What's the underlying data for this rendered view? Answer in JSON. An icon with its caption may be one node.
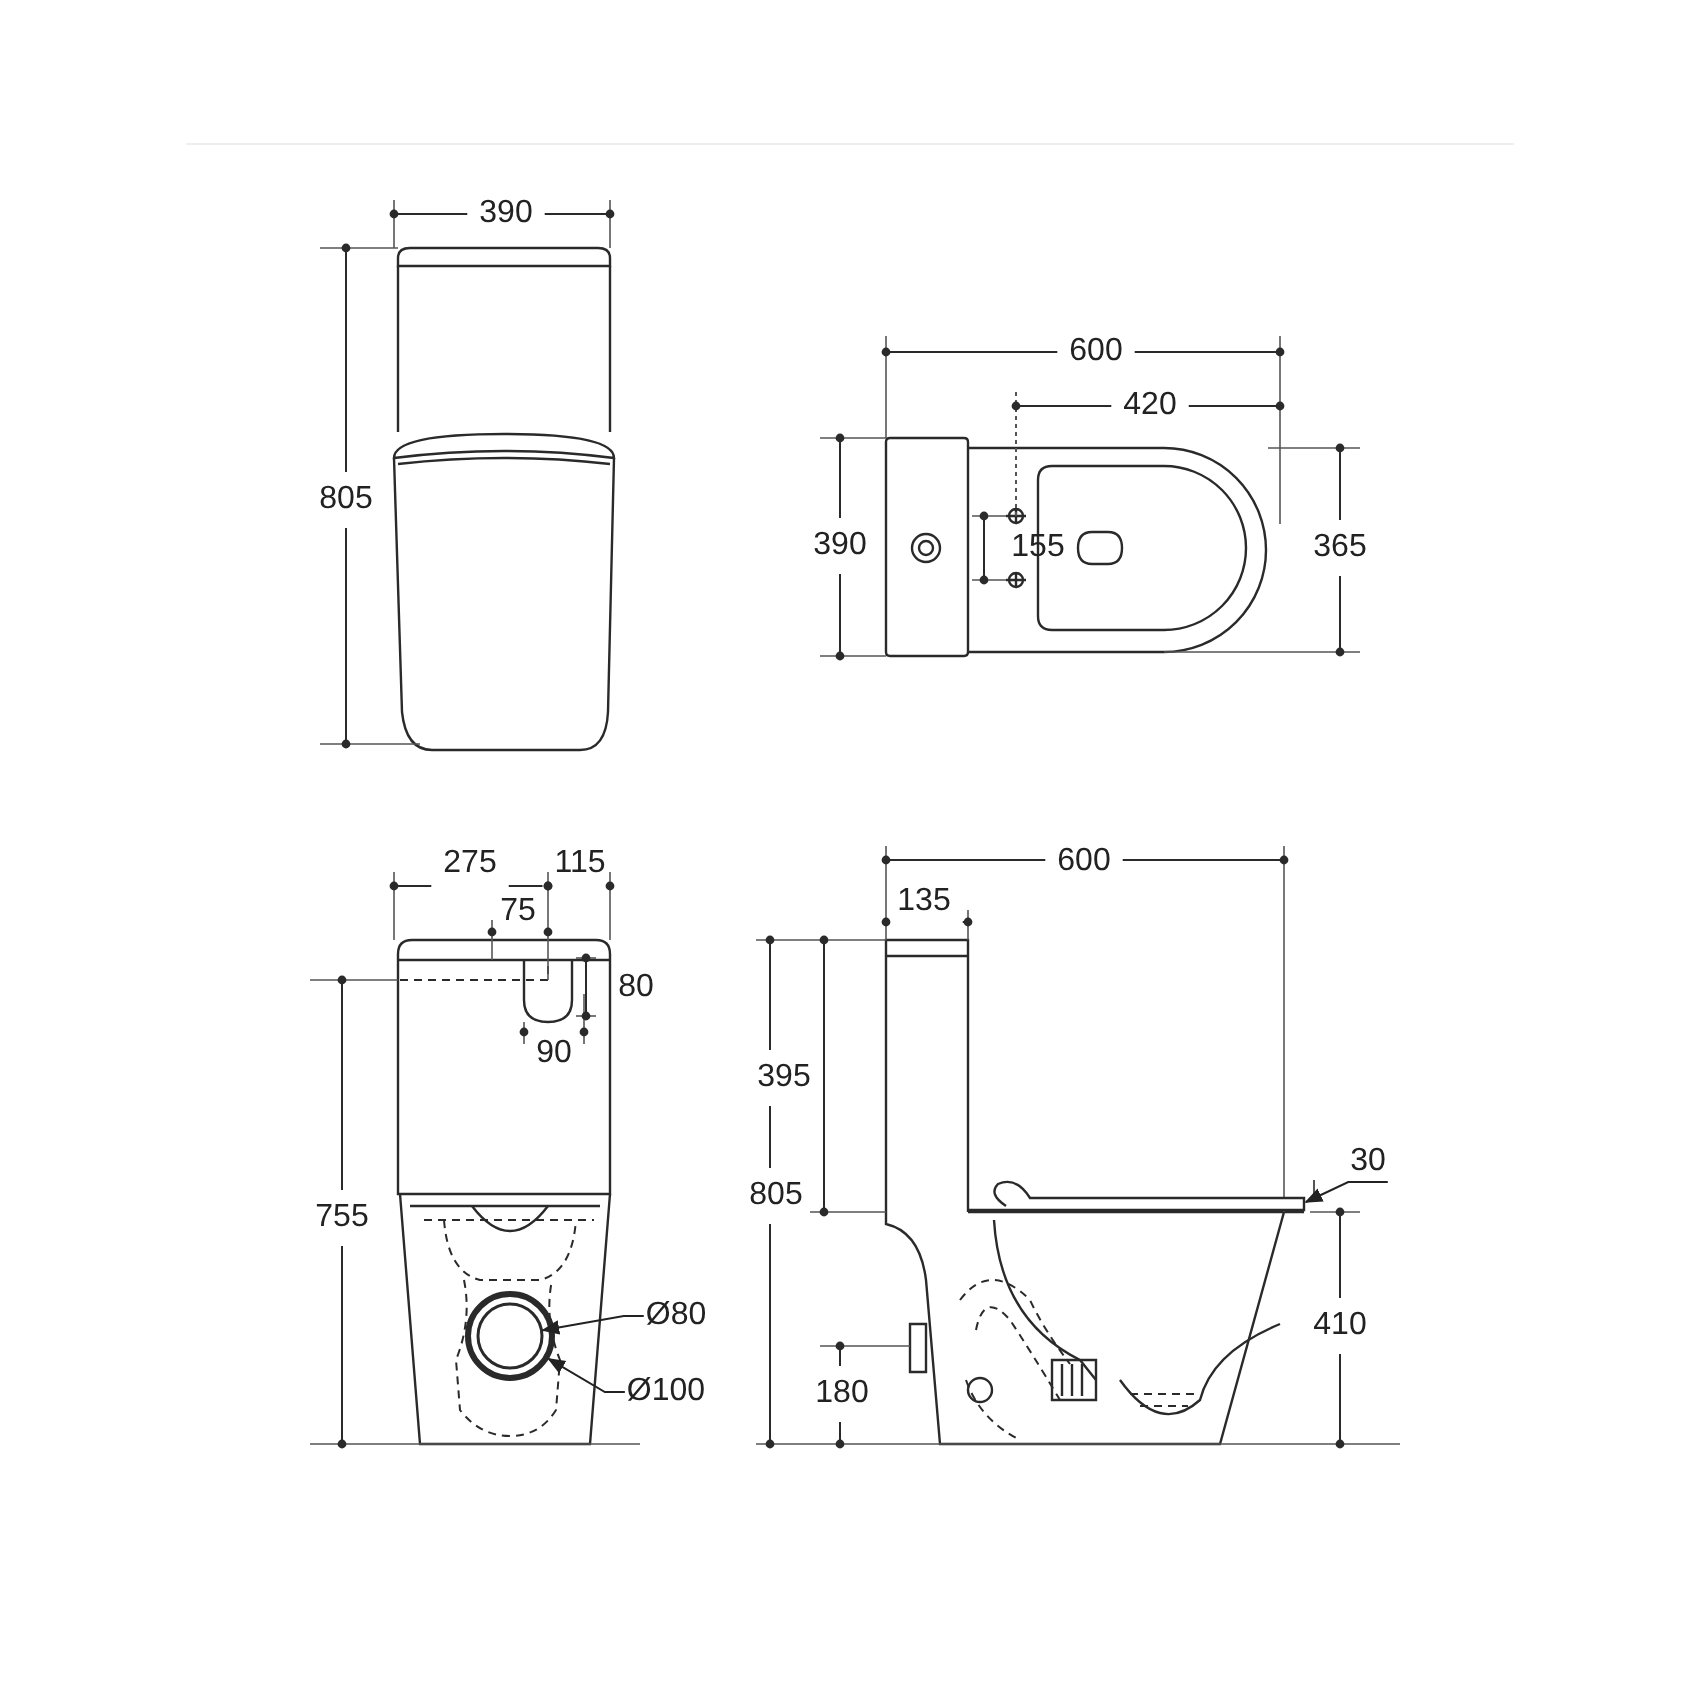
{
  "diagram": {
    "nodes": [
      {
        "text": [
          "Ø80"
        ]
      },
      {
        "text": [
          "Ø100"
        ]
      },
      {
        "text": [
          "30"
        ]
      },
      {
        "text": [],
        "shape": "circle",
        "in": 4
      },
      {
        "text": [],
        "shape": "circle"
      },
      {
        "text": [],
        "shape": "bar"
      }
    ],
    "edges": [
      {
        "from": 0,
        "to": 3,
        "arrow": "to"
      },
      {
        "from": 1,
        "to": 4,
        "arrow": "to"
      },
      {
        "from": 2,
        "to": 5,
        "arrow": "to"
      }
    ],
    "labels": [
      "390",
      "805",
      "600",
      "420",
      "390",
      "155",
      "365",
      "275",
      "115",
      "75",
      "80",
      "90",
      "755",
      "600",
      "135",
      "395",
      "805",
      "410",
      "180"
    ]
  }
}
